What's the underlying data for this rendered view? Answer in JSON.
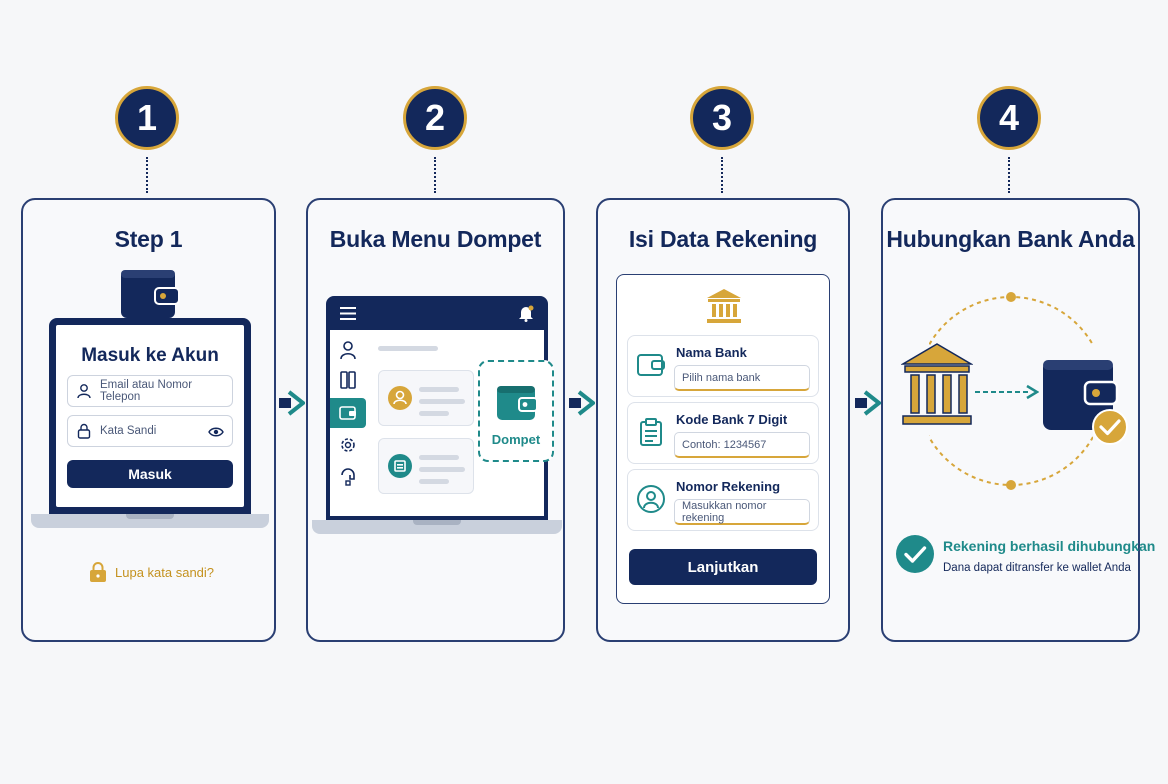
{
  "steps": [
    {
      "number": "1",
      "title": "Step 1"
    },
    {
      "number": "2",
      "title": "Buka Menu Dompet"
    },
    {
      "number": "3",
      "title": "Isi Data Rekening"
    },
    {
      "number": "4",
      "title": "Hubungkan Bank Anda"
    }
  ],
  "login": {
    "title": "Masuk ke Akun",
    "email_placeholder": "Email atau Nomor Telepon",
    "password_placeholder": "Kata Sandi",
    "submit_label": "Masuk",
    "forgot_label": "Lupa kata sandi?"
  },
  "menu": {
    "wallet_label": "Dompet"
  },
  "bank_form": {
    "fields": [
      {
        "label": "Nama Bank",
        "placeholder": "Pilih nama bank"
      },
      {
        "label": "Kode Bank 7 Digit",
        "placeholder": "Contoh: 1234567"
      },
      {
        "label": "Nomor Rekening",
        "placeholder": "Masukkan nomor rekening"
      }
    ],
    "continue_label": "Lanjutkan"
  },
  "result": {
    "title": "Rekening berhasil dihubungkan",
    "subtitle": "Dana dapat ditransfer ke wallet Anda"
  },
  "colors": {
    "navy": "#13285b",
    "gold": "#d7a63a",
    "teal": "#1f8a8a",
    "background": "#f6f7f9"
  }
}
